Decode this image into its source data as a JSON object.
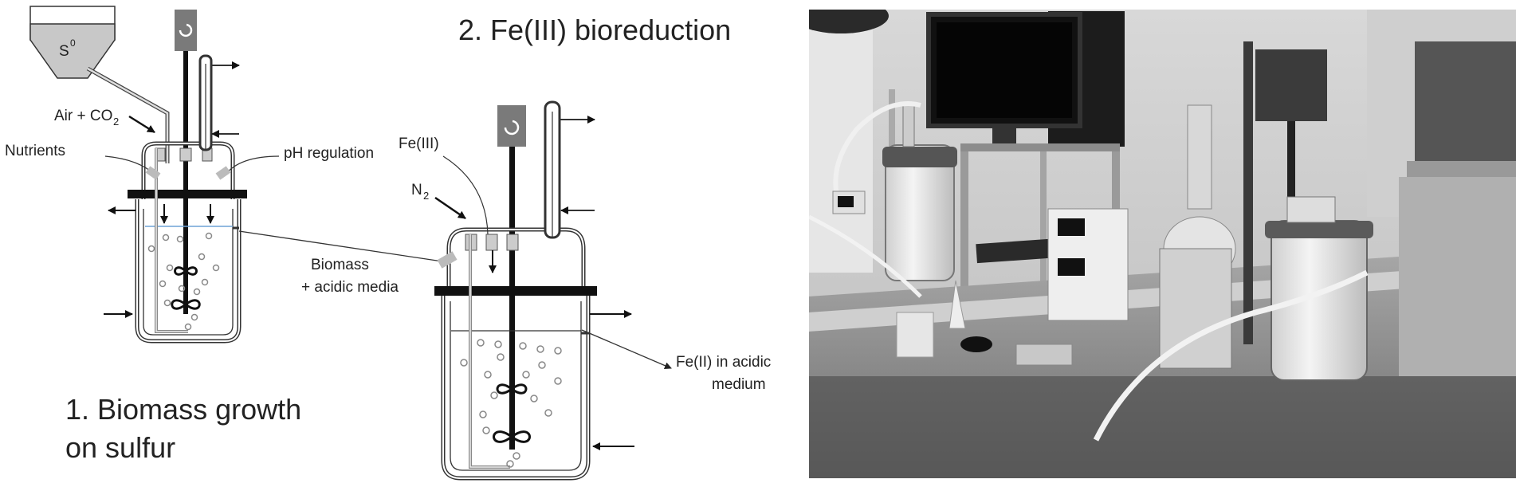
{
  "diagram": {
    "sulfur_hopper": "S",
    "sulfur_sup": "0",
    "air_label": "Air + CO",
    "air_sub": "2",
    "nutrients_label": "Nutrients",
    "ph_label": "pH regulation",
    "biomass_label_line1": "Biomass",
    "biomass_label_line2": "+ acidic media",
    "title1_line1": "1. Biomass growth",
    "title1_line2": "on sulfur",
    "title2": "2. Fe(III) bioreduction",
    "fe3_label": "Fe(III)",
    "n2_label": "N",
    "n2_sub": "2",
    "fe2_label_line1": "Fe(II) in acidic",
    "fe2_label_line2": "medium"
  },
  "photo": {
    "style": "grayscale laboratory photograph of two stirred bioreactors on a bench with monitor and controllers"
  }
}
